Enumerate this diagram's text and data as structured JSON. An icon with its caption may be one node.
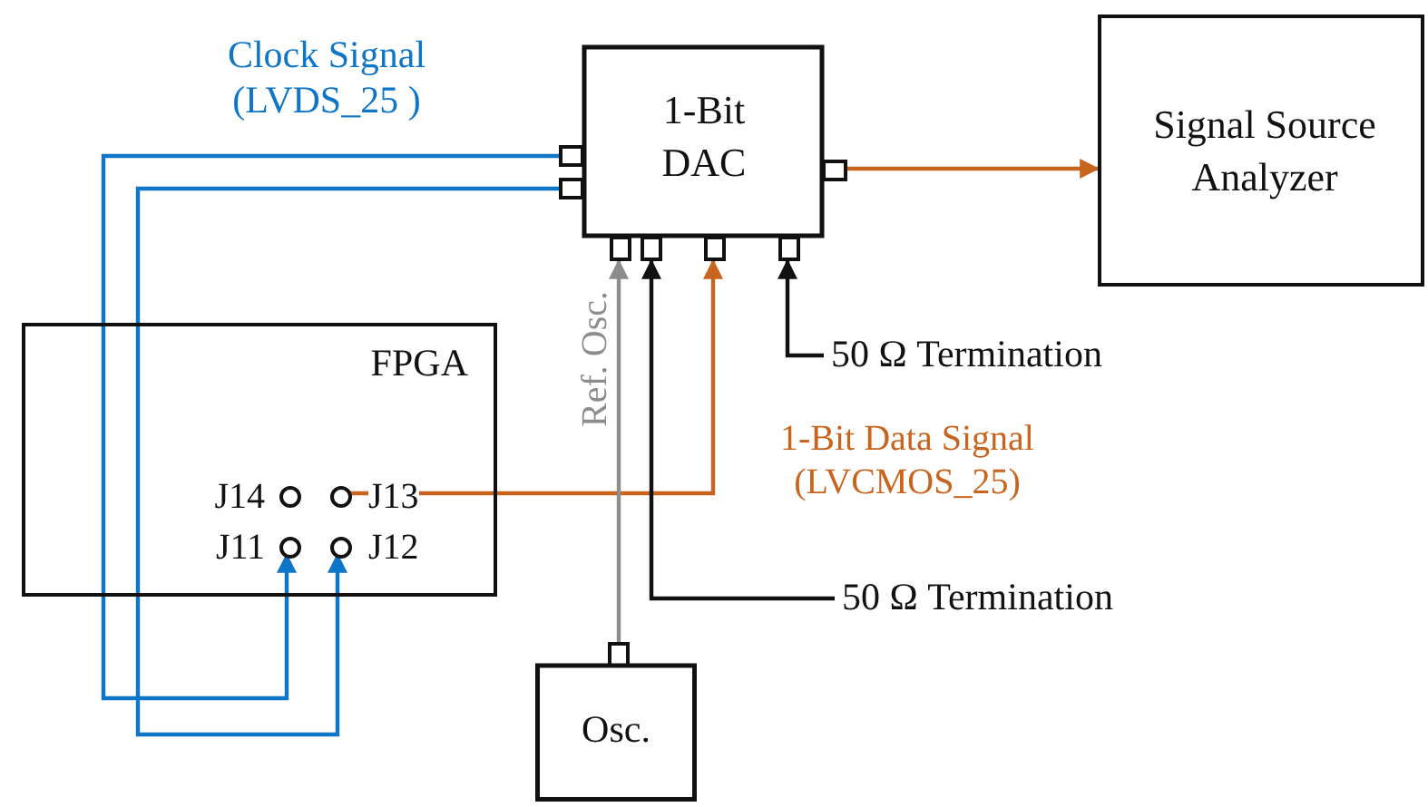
{
  "diagram": {
    "nodes": [
      {
        "text": [
          "1-Bit DAC"
        ]
      },
      {
        "text": [
          "Signal Source Analyzer"
        ]
      },
      {
        "text": [
          "FPGA"
        ]
      },
      {
        "text": [],
        "shape": "circle",
        "in": 2,
        "beside": [
          "J14"
        ]
      },
      {
        "text": [],
        "shape": "circle",
        "in": 2,
        "beside": [
          "J13"
        ]
      },
      {
        "text": [],
        "shape": "circle",
        "in": 2,
        "beside": [
          "J11"
        ]
      },
      {
        "text": [],
        "shape": "circle",
        "in": 2,
        "beside": [
          "J12"
        ]
      },
      {
        "text": [
          "50 Ω Termination"
        ]
      },
      {
        "text": [
          "50 Ω Termination"
        ]
      },
      {
        "text": [
          "Osc."
        ]
      }
    ],
    "edges": [
      {
        "from": 0,
        "to": 5,
        "arrow": "to",
        "color": "#0f75c6"
      },
      {
        "from": 0,
        "to": 6,
        "arrow": "to",
        "color": "#0f75c6"
      },
      {
        "from": 4,
        "to": 0,
        "arrow": "to",
        "color": "#c8641e",
        "label": "1-Bit Data Signal (LVCMOS_25)"
      },
      {
        "from": 0,
        "to": 1,
        "arrow": "to",
        "color": "#c8641e"
      },
      {
        "from": 9,
        "to": 0,
        "arrow": "to",
        "color": "#8c8c8c",
        "label": "Ref. Osc."
      },
      {
        "from": 8,
        "to": 0,
        "arrow": "to",
        "color": "#111111"
      },
      {
        "from": 7,
        "to": 0,
        "arrow": "to",
        "color": "#111111"
      }
    ],
    "labels": [
      "Clock Signal (LVDS_25 )"
    ]
  }
}
